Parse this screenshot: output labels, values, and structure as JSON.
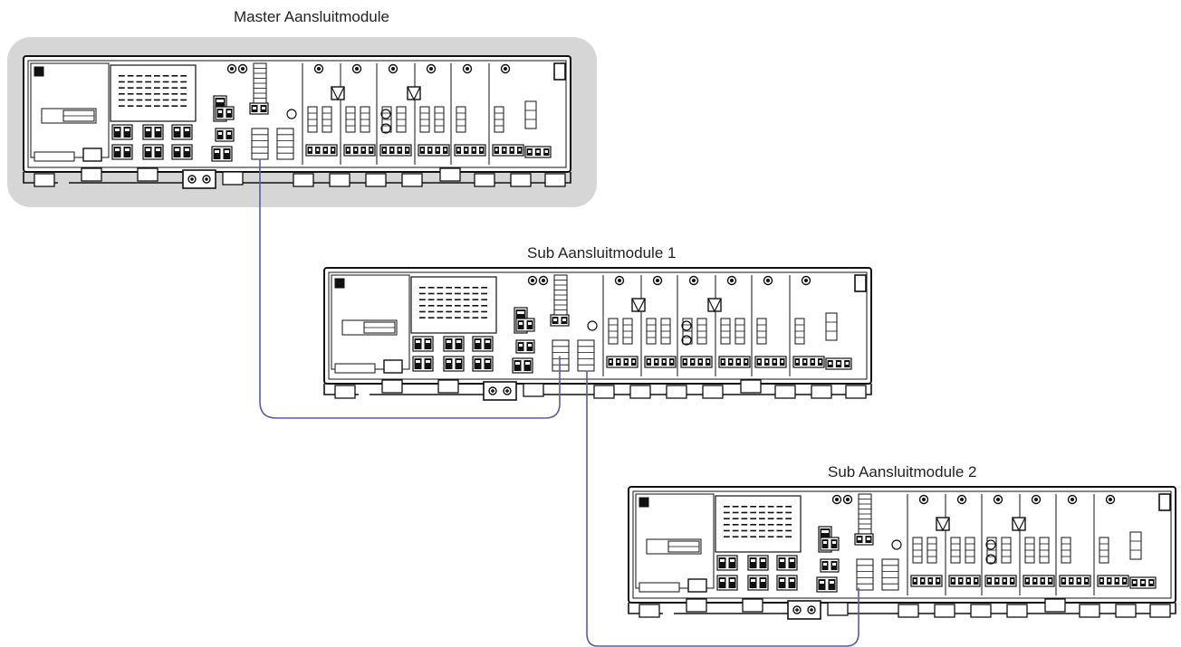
{
  "modules": {
    "master": {
      "label": "Master Aansluitmodule"
    },
    "sub1": {
      "label": "Sub Aansluitmodule 1"
    },
    "sub2": {
      "label": "Sub Aansluitmodule 2"
    }
  },
  "colors": {
    "wire": "#5a5aa8",
    "line": "#111111",
    "board": "#ffffff",
    "highlight": "#d6d6d6"
  }
}
